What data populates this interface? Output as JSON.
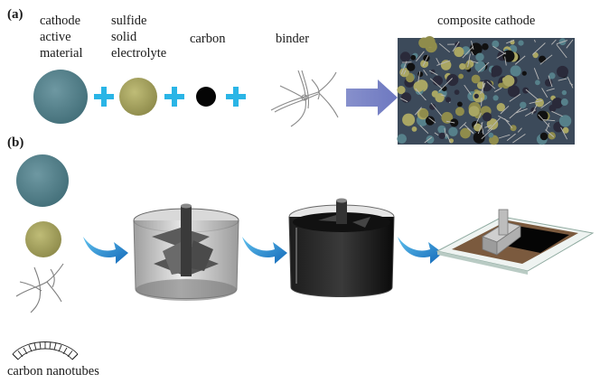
{
  "panel_a": {
    "label": "(a)",
    "components": [
      {
        "name": "cathode-active-material",
        "label": "cathode\nactive\nmaterial",
        "color": "#56808a"
      },
      {
        "name": "sulfide-solid-electrolyte",
        "label": "sulfide\nsolid\nelectrolyte",
        "color": "#a9a663"
      },
      {
        "name": "carbon",
        "label": "carbon",
        "color": "#050505"
      },
      {
        "name": "binder",
        "label": "binder",
        "color": "#e6e6e6"
      }
    ],
    "plus_color": "#2ab5e6",
    "arrow_color": "#7f89c8",
    "result_label": "composite cathode"
  },
  "panel_b": {
    "label": "(b)",
    "nanotube_label": "carbon nanotubes",
    "arrow_color": "#1e8fd6",
    "slurry_color": "#0b0b0b",
    "substrate_color": "#7b5a3e"
  }
}
